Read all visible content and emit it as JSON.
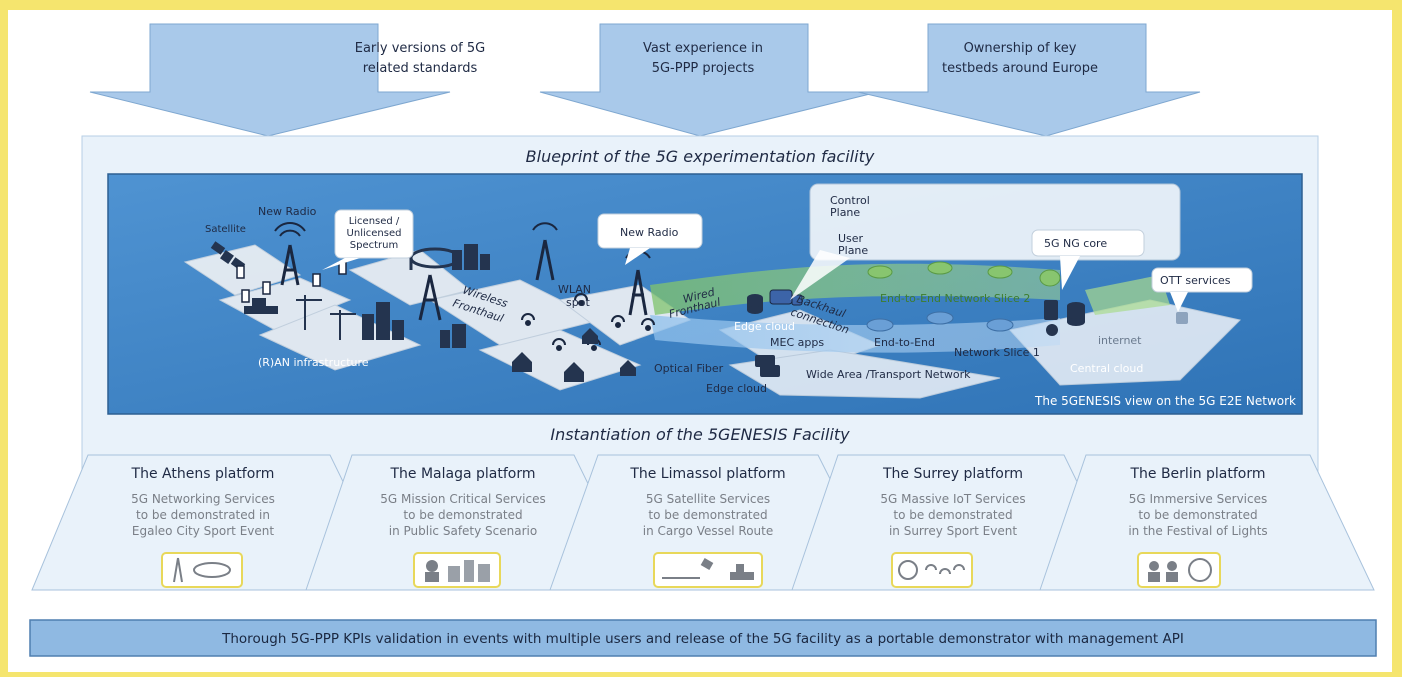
{
  "inputs": [
    {
      "line1": "Early versions of 5G",
      "line2": "related  standards"
    },
    {
      "line1": "Vast experience in",
      "line2": "5G-PPP projects"
    },
    {
      "line1": "Ownership of key",
      "line2": "testbeds around Europe"
    }
  ],
  "blueprint_title": "Blueprint of the 5G experimentation facility",
  "network": {
    "labels": {
      "satellite": "Satellite",
      "new_radio_left": "New Radio",
      "licensed_1": "Licensed /",
      "licensed_2": "Unlicensed",
      "licensed_3": "Spectrum",
      "wireless_1": "Wireless",
      "wireless_2": "Fronthaul",
      "wlan_1": "WLAN",
      "wlan_2": "spot",
      "new_radio_right": "New Radio",
      "control_1": "Control",
      "control_2": "Plane",
      "user_1": "User",
      "user_2": "Plane",
      "ng_core": "5G NG core",
      "ott": "OTT services",
      "wired_1": "Wired",
      "wired_2": "Fronthaul",
      "edge_cloud_1": "Edge cloud",
      "backhaul_1": "Backhaul",
      "backhaul_2": "connection",
      "slice2": "End-to-End  Network Slice 2",
      "mec": "MEC apps",
      "e2e": "End-to-End",
      "slice1": "Network Slice 1",
      "internet": "internet",
      "ran": "(R)AN infrastructure",
      "optical": "Optical Fiber",
      "wan": "Wide Area /Transport Network",
      "central": "Central cloud",
      "edge_cloud_2": "Edge cloud",
      "view": "The 5GENESIS view on the 5G E2E Network"
    }
  },
  "instantiation_title": "Instantiation of the 5GENESIS Facility",
  "platforms": [
    {
      "title": "The Athens platform",
      "l1": "5G Networking Services",
      "l2": "to be demonstrated in",
      "l3": "Egaleo City Sport Event",
      "icon": "stadium-icon"
    },
    {
      "title": "The Malaga platform",
      "l1": "5G Mission Critical Services",
      "l2": "to be demonstrated",
      "l3": "in Public Safety Scenario",
      "icon": "public-safety-icon"
    },
    {
      "title": "The Limassol platform",
      "l1": "5G Satellite Services",
      "l2": "to be demonstrated",
      "l3": "in Cargo Vessel Route",
      "icon": "satellite-vessel-icon"
    },
    {
      "title": "The Surrey platform",
      "l1": "5G Massive IoT Services",
      "l2": "to be demonstrated",
      "l3": "in Surrey Sport Event",
      "icon": "iot-sensors-icon"
    },
    {
      "title": "The Berlin platform",
      "l1": "5G Immersive Services",
      "l2": "to be demonstrated",
      "l3": "in the Festival of Lights",
      "icon": "immersive-vr-icon"
    }
  ],
  "footer": "Thorough 5G-PPP KPIs validation in events with multiple users and release of the 5G facility as a portable demonstrator with management API",
  "colors": {
    "page_bg": "#f5e56e",
    "arrow_fill": "#a9c9ea",
    "blueprint_bg": "#e9f2fa",
    "network_bg": "#3f85c6",
    "network_border": "#2d5f91",
    "footer_bg": "#8fb9e2",
    "platform_icon_border": "#e8d85a",
    "text_dark": "#1f2a44",
    "text_gray": "#7a7f87"
  }
}
